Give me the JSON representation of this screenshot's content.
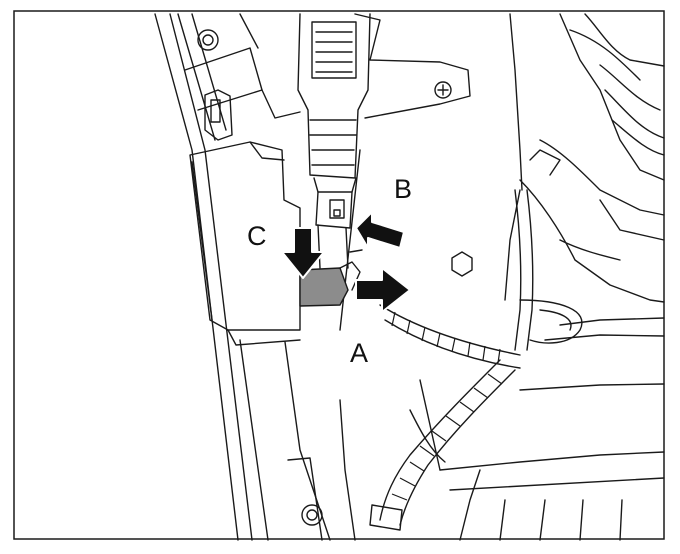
{
  "figure": {
    "callouts": {
      "a": "A",
      "b": "B",
      "c": "C"
    },
    "colors": {
      "line": "#1a1a1a",
      "connector_shade": "#8c8c8c",
      "arrow": "#111111",
      "background": "#ffffff"
    }
  }
}
